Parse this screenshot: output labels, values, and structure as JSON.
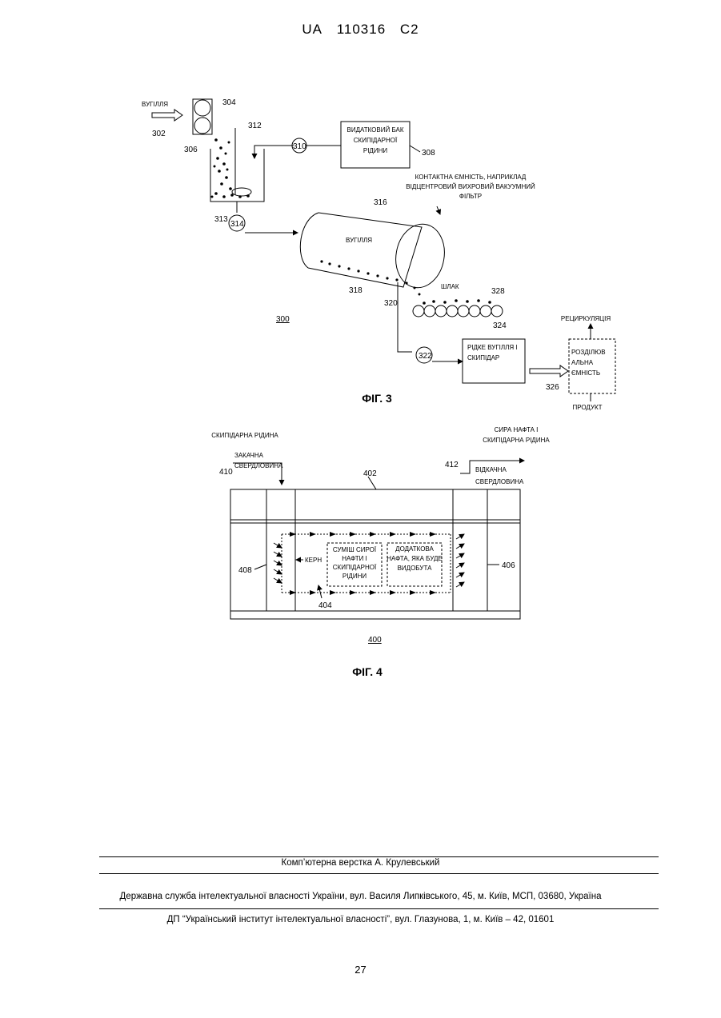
{
  "header": {
    "country": "UA",
    "number": "110316",
    "kind": "C2"
  },
  "fig3": {
    "caption": "ФІГ. 3",
    "ref_300": "300",
    "coal_in_label": "ВУГІЛЛЯ",
    "n302": "302",
    "n304": "304",
    "n306": "306",
    "n312": "312",
    "n313": "313",
    "n314": "314",
    "n310": "310",
    "tank_label_1": "ВИДАТКОВИЙ БАК",
    "tank_label_2": "СКИПІДАРНОЇ",
    "tank_label_3": "РІДИНИ",
    "n308": "308",
    "contact_label_1": "КОНТАКТНА ЄМНІСТЬ, НАПРИКЛАД",
    "contact_label_2": "ВІДЦЕНТРОВИЙ ВИХРОВИЙ ВАКУУМНИЙ",
    "contact_label_3": "ФІЛЬТР",
    "n316": "316",
    "drum_label": "ВУГІЛЛЯ",
    "n318": "318",
    "n320": "320",
    "slag_label": "ШЛАК",
    "n328": "328",
    "n324": "324",
    "n322": "322",
    "liquid_label_1": "РІДКЕ ВУГІЛЛЯ І",
    "liquid_label_2": "СКИПІДАР",
    "recycle_label": "РЕЦИРКУЛЯЦІЯ",
    "sep_label_1": "РОЗДІЛЮВ",
    "sep_label_2": "АЛЬНА",
    "sep_label_3": "ЄМНІСТЬ",
    "n326": "326",
    "product_label": "ПРОДУКТ"
  },
  "fig4": {
    "caption": "ФІГ. 4",
    "ref_400": "400",
    "turp_label": "СКИПІДАРНА РІДИНА",
    "inj_label_1": "ЗАКАЧНА",
    "inj_label_2": "СВЕРДЛОВИНА",
    "n410": "410",
    "n402": "402",
    "crude_label_1": "СИРА НАФТА І",
    "crude_label_2": "СКИПІДАРНА РІДИНА",
    "n412": "412",
    "prod_label_1": "ВІДКАЧНА",
    "prod_label_2": "СВЕРДЛОВИНА",
    "n408": "408",
    "n406": "406",
    "kern_label": "КЕРН",
    "mix_label_1": "СУМІШ СИРОЇ",
    "mix_label_2": "НАФТИ І",
    "mix_label_3": "СКИПІДАРНОЇ",
    "mix_label_4": "РІДИНИ",
    "add_label_1": "ДОДАТКОВА",
    "add_label_2": "НАФТА, ЯКА БУДЕ",
    "add_label_3": "ВИДОБУТА",
    "n404": "404"
  },
  "footer": {
    "layout": "Комп’ютерна верстка А. Крулевський",
    "service": "Державна служба інтелектуальної власності України, вул. Василя Липківського, 45, м. Київ, МСП, 03680, Україна",
    "institute": "ДП “Український інститут інтелектуальної власності”, вул. Глазунова, 1, м. Київ – 42, 01601",
    "page": "27"
  }
}
